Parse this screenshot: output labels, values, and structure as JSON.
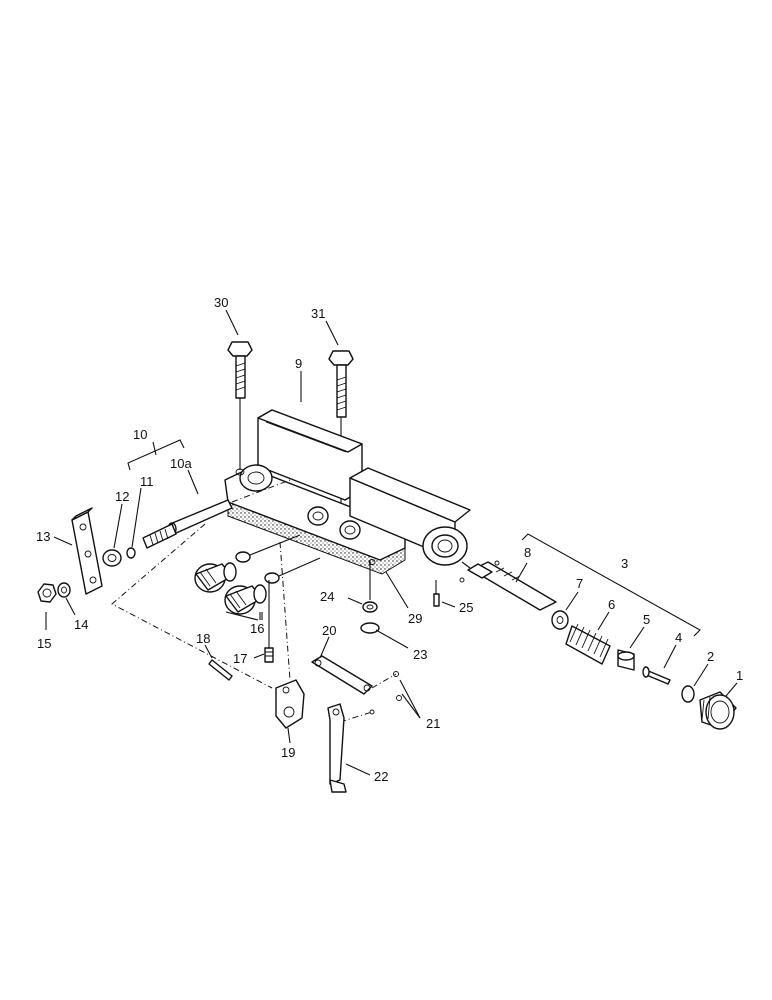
{
  "callouts": [
    {
      "id": "c30",
      "text": "30"
    },
    {
      "id": "c31",
      "text": "31"
    },
    {
      "id": "c9",
      "text": "9"
    },
    {
      "id": "c10",
      "text": "10"
    },
    {
      "id": "c10a",
      "text": "10a"
    },
    {
      "id": "c11",
      "text": "11"
    },
    {
      "id": "c12",
      "text": "12"
    },
    {
      "id": "c13",
      "text": "13"
    },
    {
      "id": "c14",
      "text": "14"
    },
    {
      "id": "c15",
      "text": "15"
    },
    {
      "id": "c16",
      "text": "16"
    },
    {
      "id": "c17",
      "text": "17"
    },
    {
      "id": "c18",
      "text": "18"
    },
    {
      "id": "c19",
      "text": "19"
    },
    {
      "id": "c20",
      "text": "20"
    },
    {
      "id": "c21",
      "text": "21"
    },
    {
      "id": "c22",
      "text": "22"
    },
    {
      "id": "c23",
      "text": "23"
    },
    {
      "id": "c24",
      "text": "24"
    },
    {
      "id": "c25",
      "text": "25"
    },
    {
      "id": "c29",
      "text": "29"
    },
    {
      "id": "c8",
      "text": "8"
    },
    {
      "id": "c3",
      "text": "3"
    },
    {
      "id": "c7",
      "text": "7"
    },
    {
      "id": "c6",
      "text": "6"
    },
    {
      "id": "c5",
      "text": "5"
    },
    {
      "id": "c4",
      "text": "4"
    },
    {
      "id": "c2",
      "text": "2"
    },
    {
      "id": "c1",
      "text": "1"
    }
  ]
}
